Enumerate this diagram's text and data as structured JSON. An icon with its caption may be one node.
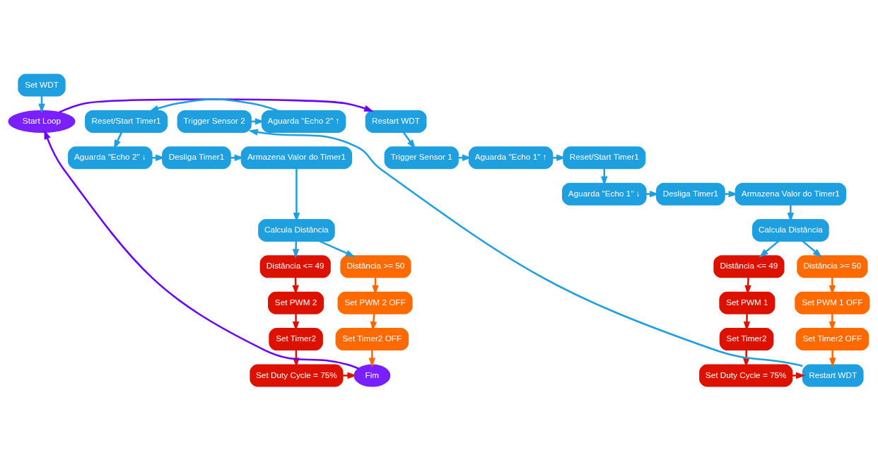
{
  "diagram": {
    "nodes": [
      {
        "text": [
          "Set WDT"
        ]
      },
      {
        "text": [
          "Start Loop"
        ]
      },
      {
        "text": [
          "Restart WDT"
        ]
      },
      {
        "text": [
          "Trigger Sensor 1"
        ]
      },
      {
        "text": [
          "Aguarda \"Echo 1\" ↑"
        ]
      },
      {
        "text": [
          "Reset/Start Timer1"
        ]
      },
      {
        "text": [
          "Aguarda \"Echo 1\" ↓"
        ]
      },
      {
        "text": [
          "Desliga Timer1"
        ]
      },
      {
        "text": [
          "Armazena Valor do Timer1"
        ]
      },
      {
        "text": [
          "Calcula Distância"
        ]
      },
      {
        "text": [
          "Distância <= 49"
        ]
      },
      {
        "text": [
          "Set PWM 1"
        ]
      },
      {
        "text": [
          "Set Timer2"
        ]
      },
      {
        "text": [
          "Set Duty Cycle = 75%"
        ]
      },
      {
        "text": [
          "Distância >= 50"
        ]
      },
      {
        "text": [
          "Set PWM 1 OFF"
        ]
      },
      {
        "text": [
          "Set Timer2 OFF"
        ]
      },
      {
        "text": [
          "Restart WDT"
        ]
      },
      {
        "text": [
          "Trigger Sensor 2"
        ]
      },
      {
        "text": [
          "Aguarda \"Echo 2\" ↑"
        ]
      },
      {
        "text": [
          "Reset/Start Timer1"
        ]
      },
      {
        "text": [
          "Aguarda \"Echo 2\" ↓"
        ]
      },
      {
        "text": [
          "Desliga Timer1"
        ]
      },
      {
        "text": [
          "Armazena Valor do Timer1"
        ]
      },
      {
        "text": [
          "Calcula Distância"
        ]
      },
      {
        "text": [
          "Distância <= 49"
        ]
      },
      {
        "text": [
          "Set PWM 2"
        ]
      },
      {
        "text": [
          "Set Timer2"
        ]
      },
      {
        "text": [
          "Set Duty Cycle = 75%"
        ]
      },
      {
        "text": [
          "Distância >= 50"
        ]
      },
      {
        "text": [
          "Set PWM 2 OFF"
        ]
      },
      {
        "text": [
          "Set Timer2 OFF"
        ]
      },
      {
        "text": [
          "Fim"
        ]
      }
    ],
    "edges": [
      {
        "from": 0,
        "to": 1,
        "arrow": "to"
      },
      {
        "from": 1,
        "to": 2,
        "arrow": "to",
        "color": "#6a00ff"
      },
      {
        "from": 2,
        "to": 3,
        "arrow": "to"
      },
      {
        "from": 3,
        "to": 4,
        "arrow": "to"
      },
      {
        "from": 4,
        "to": 5,
        "arrow": "to"
      },
      {
        "from": 5,
        "to": 6,
        "arrow": "to"
      },
      {
        "from": 6,
        "to": 7,
        "arrow": "to"
      },
      {
        "from": 7,
        "to": 8,
        "arrow": "to"
      },
      {
        "from": 8,
        "to": 9,
        "arrow": "to"
      },
      {
        "from": 9,
        "to": 10,
        "arrow": "to"
      },
      {
        "from": 9,
        "to": 14,
        "arrow": "to"
      },
      {
        "from": 10,
        "to": 11,
        "arrow": "to",
        "color": "#dd1100"
      },
      {
        "from": 11,
        "to": 12,
        "arrow": "to",
        "color": "#dd1100"
      },
      {
        "from": 12,
        "to": 13,
        "arrow": "to",
        "color": "#dd1100"
      },
      {
        "from": 13,
        "to": 17,
        "arrow": "to",
        "color": "#dd1100"
      },
      {
        "from": 14,
        "to": 15,
        "arrow": "to",
        "color": "#ff6600"
      },
      {
        "from": 15,
        "to": 16,
        "arrow": "to",
        "color": "#ff6600"
      },
      {
        "from": 16,
        "to": 17,
        "arrow": "to",
        "color": "#ff6600"
      },
      {
        "from": 17,
        "to": 18,
        "arrow": "to"
      },
      {
        "from": 18,
        "to": 19,
        "arrow": "to"
      },
      {
        "from": 19,
        "to": 20,
        "arrow": "to"
      },
      {
        "from": 20,
        "to": 21,
        "arrow": "to"
      },
      {
        "from": 21,
        "to": 22,
        "arrow": "to"
      },
      {
        "from": 22,
        "to": 23,
        "arrow": "to"
      },
      {
        "from": 23,
        "to": 24,
        "arrow": "to"
      },
      {
        "from": 24,
        "to": 25,
        "arrow": "to"
      },
      {
        "from": 24,
        "to": 29,
        "arrow": "to"
      },
      {
        "from": 25,
        "to": 26,
        "arrow": "to",
        "color": "#dd1100"
      },
      {
        "from": 26,
        "to": 27,
        "arrow": "to",
        "color": "#dd1100"
      },
      {
        "from": 27,
        "to": 28,
        "arrow": "to",
        "color": "#dd1100"
      },
      {
        "from": 28,
        "to": 32,
        "arrow": "to",
        "color": "#dd1100"
      },
      {
        "from": 29,
        "to": 30,
        "arrow": "to",
        "color": "#ff6600"
      },
      {
        "from": 30,
        "to": 31,
        "arrow": "to",
        "color": "#ff6600"
      },
      {
        "from": 31,
        "to": 32,
        "arrow": "to",
        "color": "#ff6600"
      },
      {
        "from": 32,
        "to": 1,
        "arrow": "to",
        "color": "#6a00ff"
      }
    ]
  }
}
